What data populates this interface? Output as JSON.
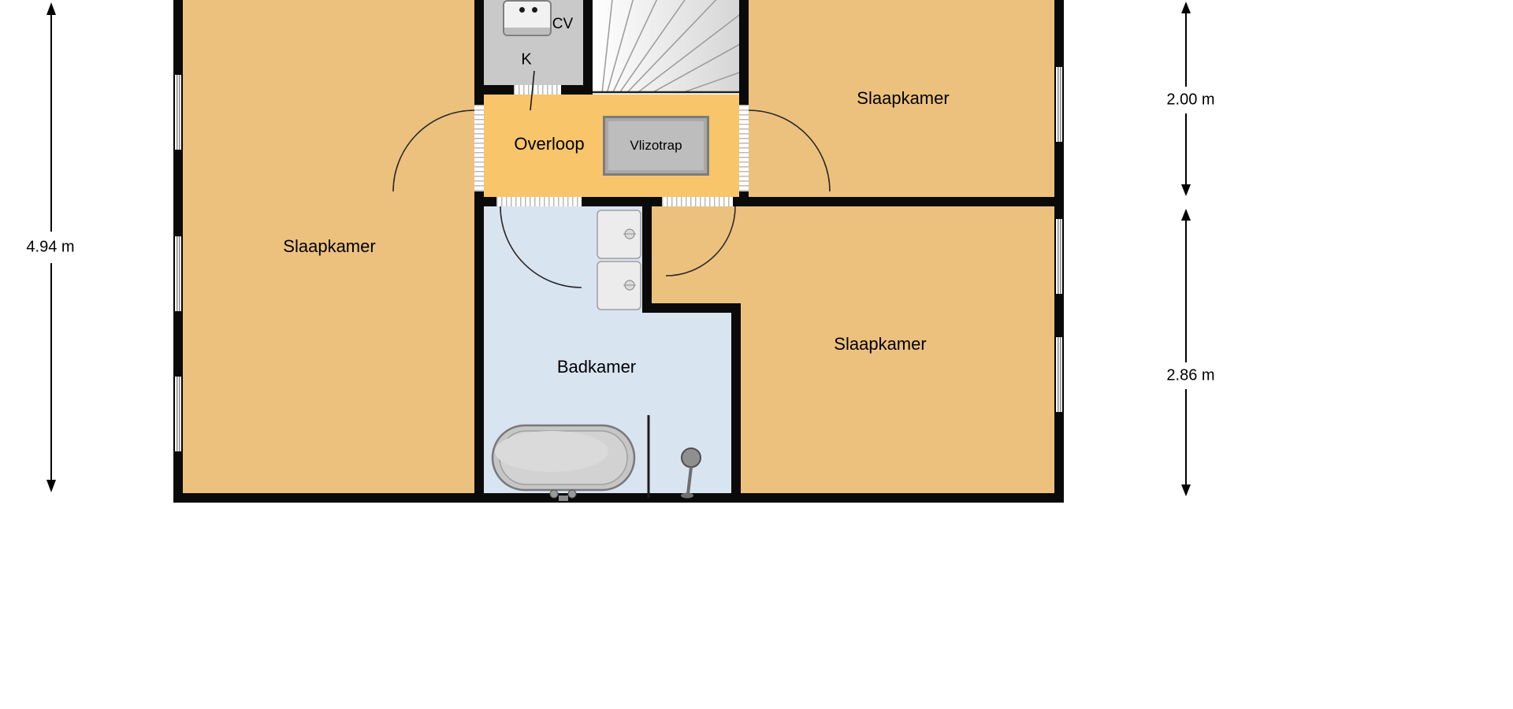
{
  "plan": {
    "rooms": {
      "bedroom_left": "Slaapkamer",
      "bedroom_top_right": "Slaapkamer",
      "bedroom_bottom_right": "Slaapkamer",
      "landing": "Overloop",
      "bathroom": "Badkamer",
      "loft_ladder": "Vlizotrap",
      "closet": "K",
      "heater": "CV"
    },
    "dimensions": {
      "left": "4.94 m",
      "right_top": "2.00 m",
      "right_bottom": "2.86 m"
    }
  },
  "colors": {
    "bedroom_fill": "#ECC17E",
    "landing_fill": "#F8C56A",
    "bathroom_fill": "#D9E4F1",
    "closet_fill": "#C9C9C9",
    "wall": "#0A0A0A"
  }
}
